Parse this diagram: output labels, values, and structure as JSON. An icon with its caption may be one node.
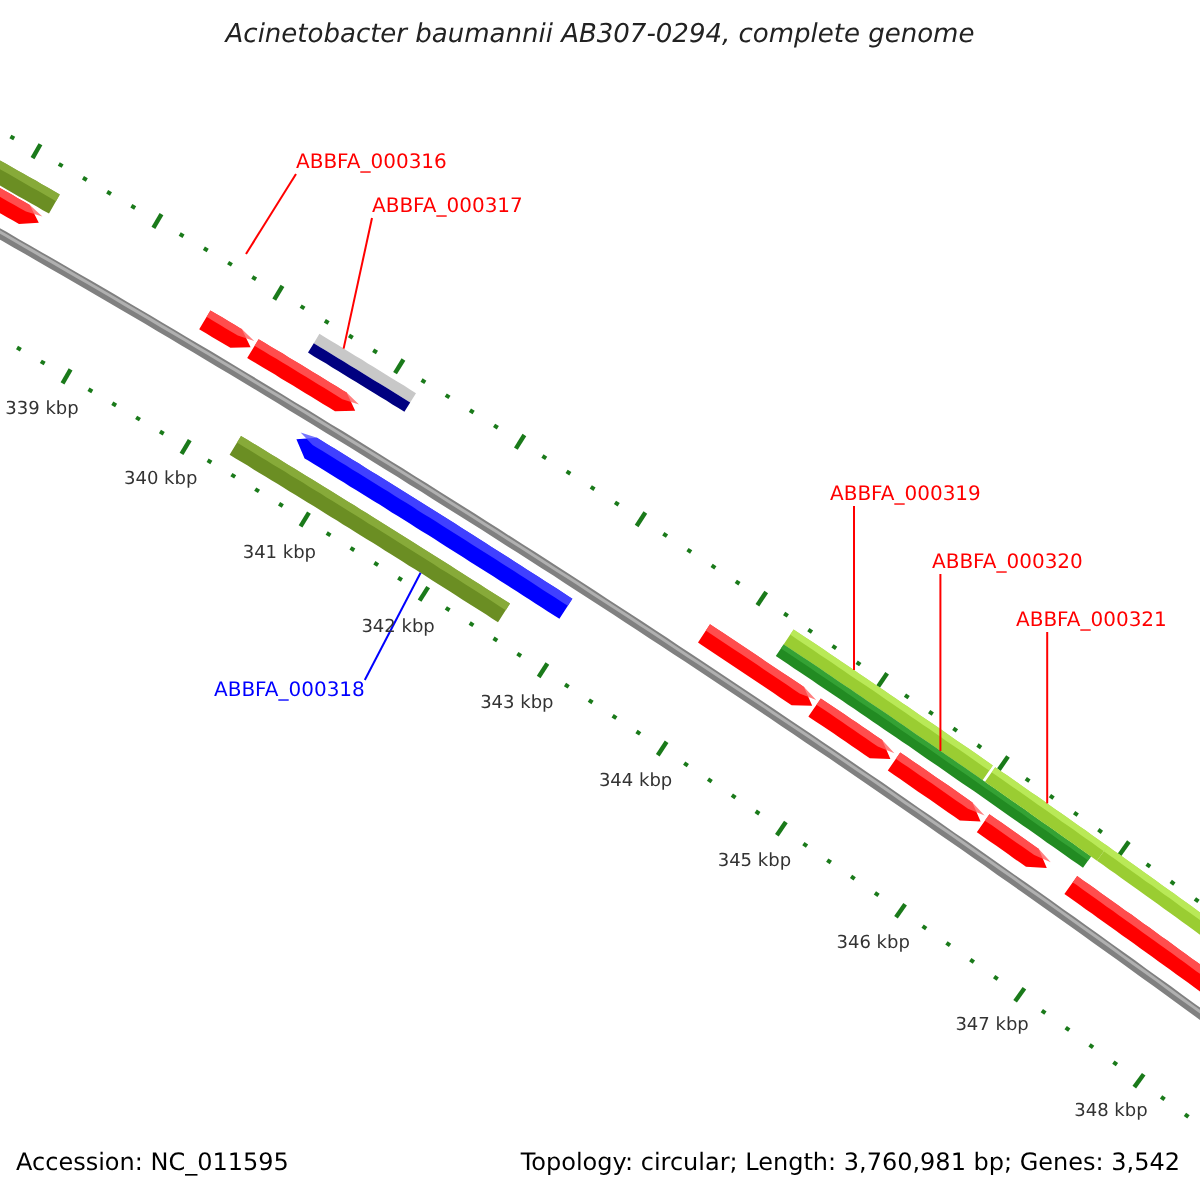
{
  "diagram": {
    "title": "Acinetobacter baumannii AB307-0294, complete genome",
    "nodes": [
      {
        "text": [
          "ABBFA_000316"
        ]
      },
      {
        "text": [
          "ABBFA_000317"
        ]
      },
      {
        "text": [],
        "shape": "bar"
      },
      {
        "text": [
          "ABBFA_000318"
        ]
      },
      {
        "text": [],
        "shape": "bar"
      },
      {
        "text": [
          "ABBFA_000319"
        ]
      },
      {
        "text": [
          "ABBFA_000320"
        ]
      },
      {
        "text": [
          "ABBFA_000321"
        ]
      },
      {
        "text": [],
        "shape": "bar"
      },
      {
        "text": [],
        "shape": "bar"
      },
      {
        "text": [],
        "shape": "bar"
      }
    ],
    "edges": [
      {
        "from": 0,
        "to": null,
        "arrow": "none",
        "color": "#ff0000"
      },
      {
        "from": 1,
        "to": 2,
        "arrow": "none",
        "color": "#ff0000"
      },
      {
        "from": 3,
        "to": 4,
        "arrow": "none",
        "color": "#0000ff"
      },
      {
        "from": 5,
        "to": 8,
        "arrow": "none",
        "color": "#ff0000"
      },
      {
        "from": 6,
        "to": 9,
        "arrow": "none",
        "color": "#ff0000"
      },
      {
        "from": 7,
        "to": 10,
        "arrow": "none",
        "color": "#ff0000"
      }
    ],
    "labels": [
      "339 kbp",
      "340 kbp",
      "341 kbp",
      "342 kbp",
      "343 kbp",
      "344 kbp",
      "345 kbp",
      "346 kbp",
      "347 kbp",
      "348 kbp",
      "Accession: NC_011595",
      "Topology: circular; Length: 3,760,981 bp; Genes: 3,542"
    ]
  }
}
